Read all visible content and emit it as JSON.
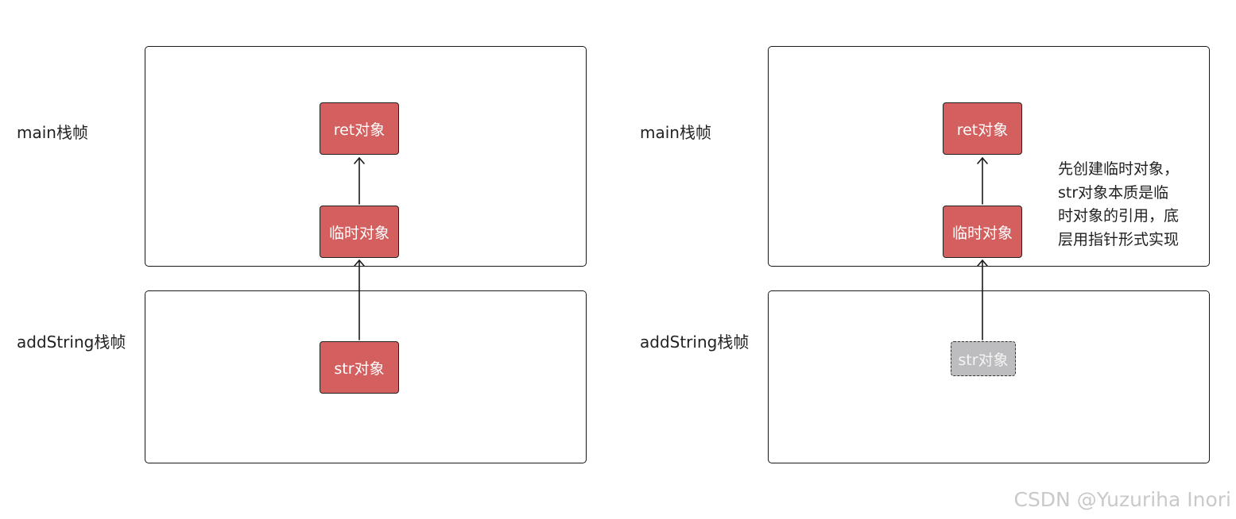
{
  "left_panel": {
    "main_label": "main栈帧",
    "add_label": "addString栈帧",
    "ret_node": "ret对象",
    "temp_node": "临时对象",
    "str_node": "str对象"
  },
  "right_panel": {
    "main_label": "main栈帧",
    "add_label": "addString栈帧",
    "ret_node": "ret对象",
    "temp_node": "临时对象",
    "str_node": "str对象",
    "note_lines": [
      "先创建临时对象，",
      "str对象本质是临",
      "时对象的引用，底",
      "层用指针形式实现"
    ]
  },
  "watermark": "CSDN @Yuzuriha  Inori",
  "colors": {
    "node_fill": "#d45f5f",
    "ghost_fill": "#bdbdbf",
    "stroke": "#1a1a1a"
  }
}
